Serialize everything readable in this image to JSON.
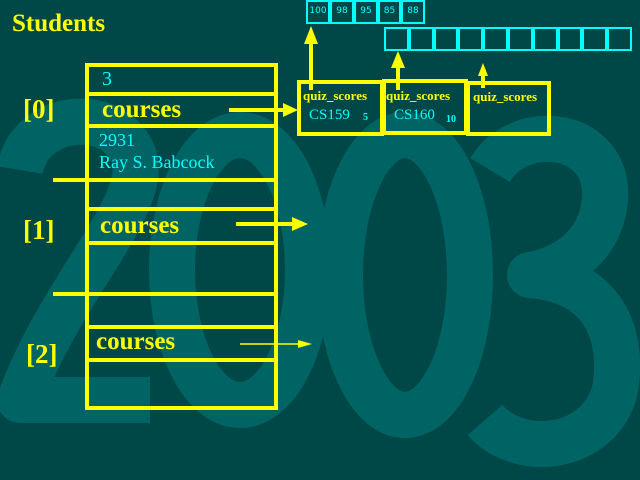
{
  "watermark": "2003",
  "title": "Students",
  "indices": [
    "[0]",
    "[1]",
    "[2]"
  ],
  "student_count": "3",
  "records": [
    {
      "field": "courses",
      "id": "2931",
      "name": "Ray S. Babcock"
    },
    {
      "field": "courses"
    },
    {
      "field": "courses"
    }
  ],
  "course_nodes": [
    {
      "label": "quiz_scores",
      "course": "CS159",
      "count": "5"
    },
    {
      "label": "quiz_scores",
      "course": "CS160",
      "count": "10"
    },
    {
      "label": "quiz_scores"
    }
  ],
  "quiz_array_1": [
    "100",
    "98",
    "95",
    "85",
    "88"
  ],
  "quiz_array_2_length": 10,
  "colors": {
    "background": "#004848",
    "primary": "#ffff00",
    "secondary": "#00ffff"
  }
}
